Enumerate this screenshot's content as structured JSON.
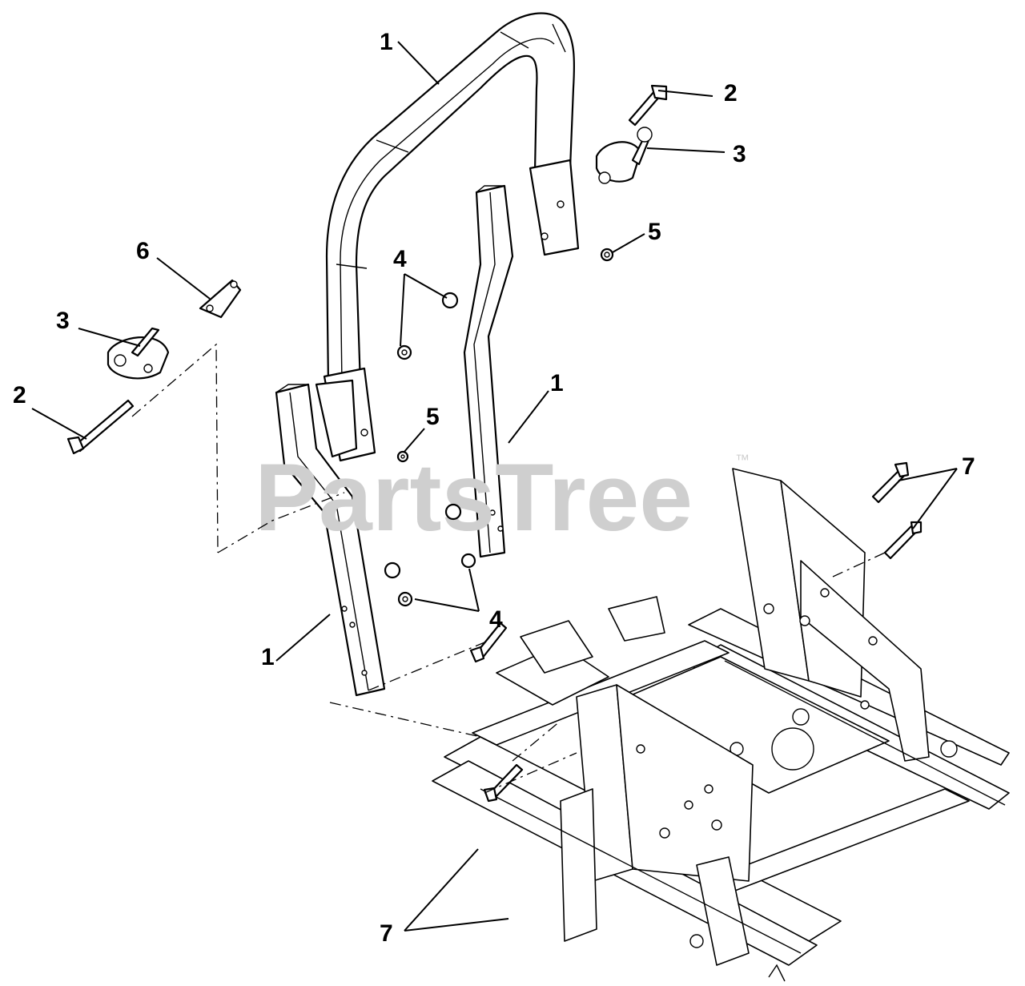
{
  "watermark": {
    "text": "PartsTree",
    "trademark": "™",
    "color": "#cfcfcf"
  },
  "callouts": [
    {
      "label": "1",
      "part": "roll-bar-upper"
    },
    {
      "label": "2",
      "part": "pin-right"
    },
    {
      "label": "3",
      "part": "clip-pin-right"
    },
    {
      "label": "5",
      "part": "nut-right"
    },
    {
      "label": "6",
      "part": "pivot-bracket"
    },
    {
      "label": "4",
      "part": "nut-upper"
    },
    {
      "label": "3",
      "part": "clip-pin-left"
    },
    {
      "label": "2",
      "part": "pin-left"
    },
    {
      "label": "1",
      "part": "roll-bar-right-leg"
    },
    {
      "label": "5",
      "part": "nut-left"
    },
    {
      "label": "7",
      "part": "bolts-right"
    },
    {
      "label": "4",
      "part": "nuts-lower"
    },
    {
      "label": "1",
      "part": "roll-bar-left-leg"
    },
    {
      "label": "7",
      "part": "bolts-lower"
    }
  ]
}
